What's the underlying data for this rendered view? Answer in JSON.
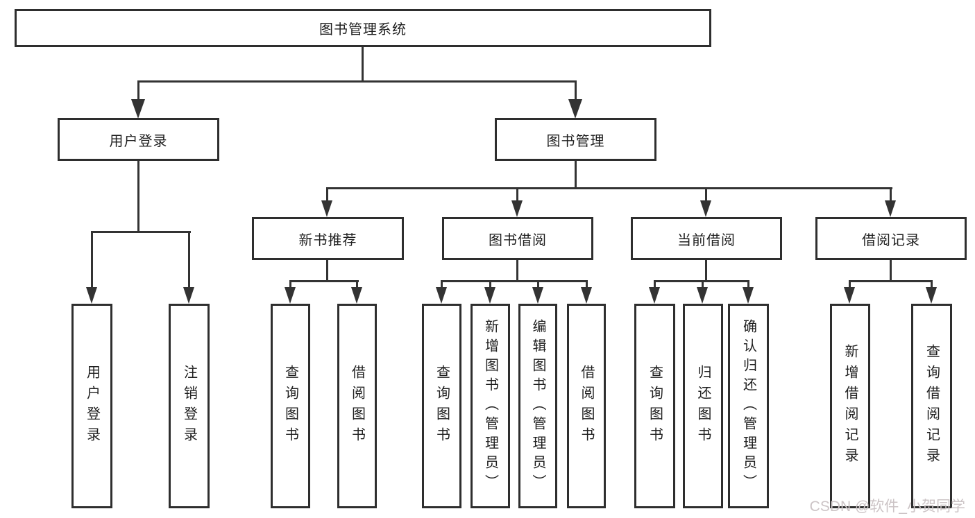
{
  "diagram": {
    "title": "图书管理系统",
    "nodes": {
      "root": "图书管理系统",
      "user_login": "用户登录",
      "book_mgmt": "图书管理",
      "new_book_rec": "新书推荐",
      "book_borrowing": "图书借阅",
      "current_borrowing": "当前借阅",
      "borrowing_records": "借阅记录",
      "user_login_leaf": "用户登录",
      "logout_leaf": "注销登录",
      "query_books_rec": "查询图书",
      "borrow_books_rec": "借阅图书",
      "query_books_borrow": "查询图书",
      "add_books_admin": "新增图书（管理员）",
      "edit_books_admin": "编辑图书（管理员）",
      "borrow_books_borrow": "借阅图书",
      "query_books_current": "查询图书",
      "return_books": "归还图书",
      "confirm_return_admin": "确认归还（管理员）",
      "add_borrow_record": "新增借阅记录",
      "query_borrow_record": "查询借阅记录"
    },
    "structure": {
      "root": [
        "user_login",
        "book_mgmt"
      ],
      "user_login": [
        "user_login_leaf",
        "logout_leaf"
      ],
      "book_mgmt": [
        "new_book_rec",
        "book_borrowing",
        "current_borrowing",
        "borrowing_records"
      ],
      "new_book_rec": [
        "query_books_rec",
        "borrow_books_rec"
      ],
      "book_borrowing": [
        "query_books_borrow",
        "add_books_admin",
        "edit_books_admin",
        "borrow_books_borrow"
      ],
      "current_borrowing": [
        "query_books_current",
        "return_books",
        "confirm_return_admin"
      ],
      "borrowing_records": [
        "add_borrow_record",
        "query_borrow_record"
      ]
    },
    "watermark": "CSDN @软件_小贺同学",
    "colors": {
      "line": "#333333",
      "box_border": "#2e2e2e",
      "text": "#1f1f1f",
      "watermark_text": "#ccc4c6",
      "background": "#ffffff"
    }
  }
}
